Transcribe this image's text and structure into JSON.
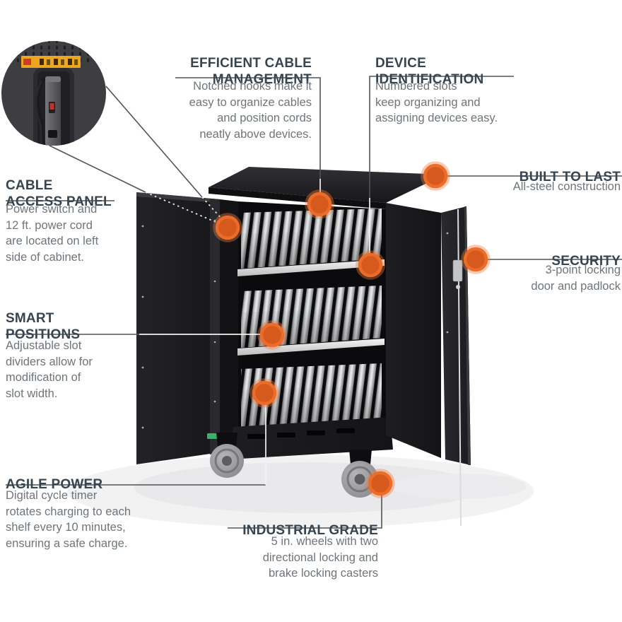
{
  "colors": {
    "heading": "#36454f",
    "body": "#6e757b",
    "line": "#505456",
    "accent": "#e0601f",
    "marker_fill": "#d6591e",
    "marker_ring": "#ec6c29",
    "warning_label": "#eda61f"
  },
  "callouts": {
    "efficient_cable_management": {
      "title": "EFFICIENT CABLE\nMANAGEMENT",
      "body": "Notched hooks make it\neasy to organize cables\nand position cords\nneatly above devices."
    },
    "device_identification": {
      "title": "DEVICE\nIDENTIFICATION",
      "body": "Numbered slots\nkeep organizing and\nassigning devices easy."
    },
    "built_to_last": {
      "title": "BUILT TO LAST",
      "body": "All-steel construction"
    },
    "security": {
      "title": "SECURITY",
      "body": "3-point locking\ndoor and padlock"
    },
    "cable_access_panel": {
      "title": "CABLE\nACCESS PANEL",
      "body": "Power switch and\n12 ft. power cord\nare located on left\nside of cabinet."
    },
    "smart_positions": {
      "title": "SMART\nPOSITIONS",
      "body": "Adjustable slot\ndividers allow for\nmodification of\nslot width."
    },
    "agile_power": {
      "title": "AGILE POWER",
      "body": "Digital cycle timer\nrotates charging to each\nshelf every 10 minutes,\nensuring a safe charge."
    },
    "industrial_grade": {
      "title": "INDUSTRIAL GRADE",
      "body": "5 in. wheels with two\ndirectional locking and\nbrake locking casters"
    }
  },
  "illustration": {
    "subject": "charging-cart",
    "markers": [
      "cable-access",
      "cable-management",
      "device-identification",
      "built-to-last",
      "security",
      "smart-positions",
      "agile-power",
      "industrial-grade"
    ],
    "inset": "cable-access-panel-closeup"
  }
}
